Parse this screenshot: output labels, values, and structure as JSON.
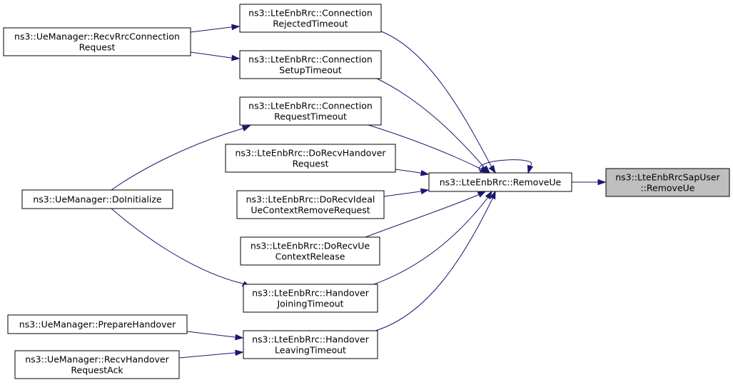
{
  "diagram": {
    "nodes": [
      {
        "id": "removeue_sap",
        "lines": [
          "ns3::LteEnbRrcSapUser",
          "::RemoveUe"
        ],
        "highlight": true
      },
      {
        "id": "removeue",
        "lines": [
          "ns3::LteEnbRrc::RemoveUe"
        ]
      },
      {
        "id": "conn_rejected",
        "lines": [
          "ns3::LteEnbRrc::Connection",
          "RejectedTimeout"
        ]
      },
      {
        "id": "conn_setup",
        "lines": [
          "ns3::LteEnbRrc::Connection",
          "SetupTimeout"
        ]
      },
      {
        "id": "conn_request",
        "lines": [
          "ns3::LteEnbRrc::Connection",
          "RequestTimeout"
        ]
      },
      {
        "id": "do_recv_ho_req",
        "lines": [
          "ns3::LteEnbRrc::DoRecvHandover",
          "Request"
        ]
      },
      {
        "id": "do_recv_ideal",
        "lines": [
          "ns3::LteEnbRrc::DoRecvIdeal",
          "UeContextRemoveRequest"
        ]
      },
      {
        "id": "do_recv_ue_ctx",
        "lines": [
          "ns3::LteEnbRrc::DoRecvUe",
          "ContextRelease"
        ]
      },
      {
        "id": "ho_joining",
        "lines": [
          "ns3::LteEnbRrc::Handover",
          "JoiningTimeout"
        ]
      },
      {
        "id": "ho_leaving",
        "lines": [
          "ns3::LteEnbRrc::Handover",
          "LeavingTimeout"
        ]
      },
      {
        "id": "um_recv_rrc",
        "lines": [
          "ns3::UeManager::RecvRrcConnection",
          "Request"
        ]
      },
      {
        "id": "um_doinit",
        "lines": [
          "ns3::UeManager::DoInitialize"
        ]
      },
      {
        "id": "um_prepare",
        "lines": [
          "ns3::UeManager::PrepareHandover"
        ]
      },
      {
        "id": "um_recv_ack",
        "lines": [
          "ns3::UeManager::RecvHandover",
          "RequestAck"
        ]
      }
    ],
    "edges": [
      {
        "from": "removeue",
        "to": "removeue_sap"
      },
      {
        "from": "removeue",
        "to": "removeue"
      },
      {
        "from": "conn_rejected",
        "to": "removeue"
      },
      {
        "from": "conn_setup",
        "to": "removeue"
      },
      {
        "from": "conn_request",
        "to": "removeue"
      },
      {
        "from": "do_recv_ho_req",
        "to": "removeue"
      },
      {
        "from": "do_recv_ideal",
        "to": "removeue"
      },
      {
        "from": "do_recv_ue_ctx",
        "to": "removeue"
      },
      {
        "from": "ho_joining",
        "to": "removeue"
      },
      {
        "from": "ho_leaving",
        "to": "removeue"
      },
      {
        "from": "um_recv_rrc",
        "to": "conn_rejected"
      },
      {
        "from": "um_recv_rrc",
        "to": "conn_setup"
      },
      {
        "from": "um_doinit",
        "to": "conn_request"
      },
      {
        "from": "um_doinit",
        "to": "ho_joining"
      },
      {
        "from": "um_prepare",
        "to": "ho_leaving"
      },
      {
        "from": "um_recv_ack",
        "to": "ho_leaving"
      }
    ],
    "colors": {
      "edge": "#191970",
      "node_border": "#000000",
      "highlight_fill": "#bfbfbf",
      "background": "#ffffff"
    }
  }
}
